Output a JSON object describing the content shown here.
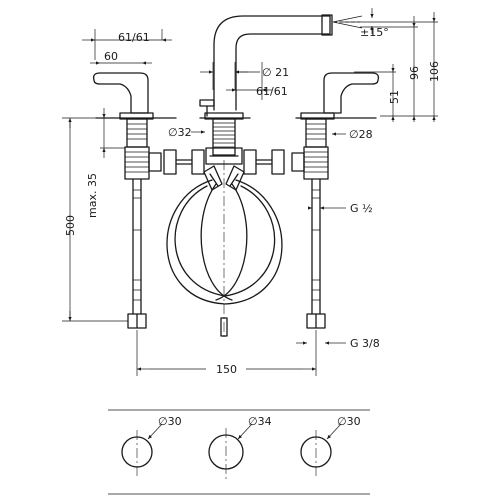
{
  "dimensions": {
    "lever_spread_top": "61/61",
    "lever_width": "60",
    "spout_dia": "∅ 21",
    "spout_offset": "61/61",
    "jet_angle": "±15°",
    "dim_96": "96",
    "dim_106": "106",
    "dim_51": "51",
    "body_dia_32": "∅32",
    "valve_dia_28": "∅28",
    "hose_length": "500",
    "max_deck": "max. 35",
    "thread_g_half": "G ½",
    "thread_g_3_8": "G 3/8",
    "spacing_150": "150",
    "rose_30_left": "∅30",
    "rose_34": "∅34",
    "rose_30_right": "∅30"
  }
}
